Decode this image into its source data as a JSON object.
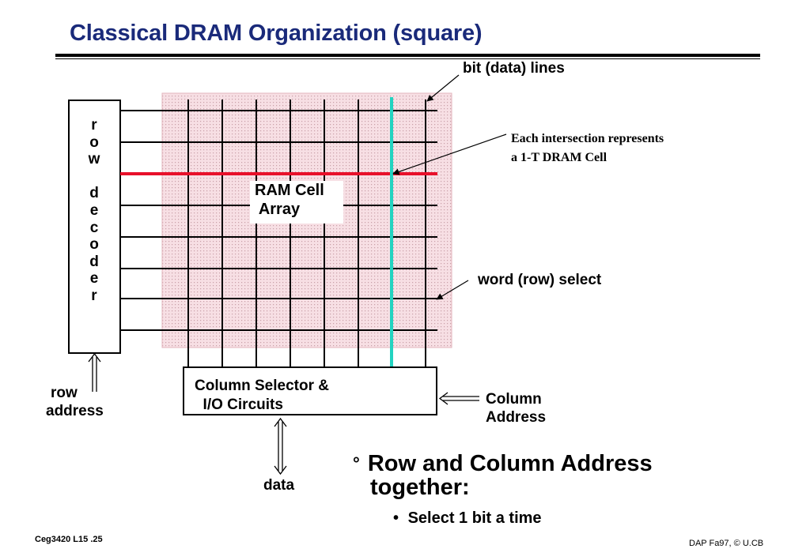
{
  "slide": {
    "title": "Classical DRAM Organization (square)",
    "labels": {
      "bit_lines": "bit (data) lines",
      "intersection_line1": "Each intersection represents",
      "intersection_line2": "a 1-T DRAM Cell",
      "row_decoder": "r\no\nw\n\nd\ne\nc\no\nd\ne\nr",
      "ram_cell_array": "RAM Cell\n Array",
      "word_select": "word (row) select",
      "row_address_line1": "row",
      "row_address_line2": "address",
      "column_selector": "Column Selector &\n  I/O Circuits",
      "column_address_line1": "Column",
      "column_address_line2": "Address",
      "data": "data"
    },
    "bullets": {
      "main_marker": "°",
      "main_line1": "Row and Column Address",
      "main_line2": "together:",
      "sub_marker": "•",
      "sub_text": "Select 1 bit a time"
    },
    "footer": {
      "left": "Ceg3420 L15 .25",
      "right": "DAP Fa97, © U.CB"
    },
    "colors": {
      "title": "#1a2a7a",
      "selected_row_line": "#e8102a",
      "selected_bit_line": "#22d3c0",
      "array_fill": "#f5d8de"
    }
  }
}
